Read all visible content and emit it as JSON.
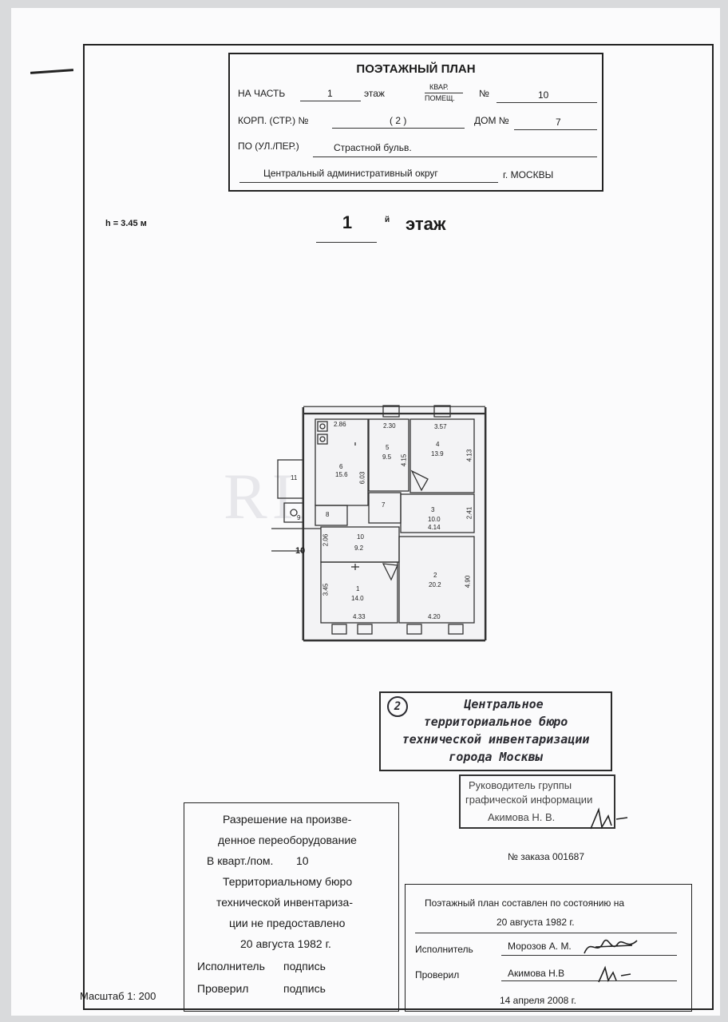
{
  "title_block": {
    "title": "ПОЭТАЖНЫЙ ПЛАН",
    "part_label": "НА ЧАСТЬ",
    "part_value": "1",
    "floor_label": "этаж",
    "kvar_label_top": "КВАР.",
    "kvar_label_bottom": "ПОМЕЩ.",
    "number_sign": "№",
    "apartment_no": "10",
    "korp_label": "КОРП. (СТР.) №",
    "korp_value": "(          2          )",
    "house_label": "ДОМ №",
    "house_value": "7",
    "street_label": "ПО (УЛ./ПЕР.)",
    "street_value": "Страстной бульв.",
    "district": "Центральный административный округ",
    "city": "г. МОСКВЫ"
  },
  "floor_header": {
    "height": "h = 3.45 м",
    "number": "1",
    "suffix": "й",
    "word": "этаж"
  },
  "plan": {
    "rooms": [
      {
        "no": "1",
        "area": "14.0"
      },
      {
        "no": "2",
        "area": "20.2"
      },
      {
        "no": "3",
        "area": "10.0"
      },
      {
        "no": "4",
        "area": "13.9"
      },
      {
        "no": "5",
        "area": "9.5"
      },
      {
        "no": "6",
        "area": "15.6"
      },
      {
        "no": "7",
        "area": ""
      },
      {
        "no": "8",
        "area": ""
      },
      {
        "no": "9",
        "area": ""
      },
      {
        "no": "10",
        "area": "9.2"
      },
      {
        "no": "11",
        "area": ""
      }
    ],
    "dims": [
      "2.86",
      "2.30",
      "3.57",
      "4.15",
      "4.13",
      "6.03",
      "2.41",
      "4.14",
      "2.06",
      "3.45",
      "4.90",
      "4.33",
      "4.20"
    ],
    "apartment_marker": "10",
    "watermark": "RIAT"
  },
  "stamp": {
    "circle": "2",
    "lines": [
      "Центральное",
      "территориальное бюро",
      "технической инвентаризации",
      "города Москвы"
    ]
  },
  "head": {
    "line1": "Руководитель группы",
    "line2": "графической информации",
    "name": "Акимова Н. В."
  },
  "order": "№ заказа 001687",
  "permit": {
    "lines": [
      "Разрешение на произве-",
      "денное переоборудование",
      "Территориальному бюро",
      "технической инвентаризa-",
      "ции не предоставлено",
      "20 августа 1982 г."
    ],
    "flat_label": "В кварт./пом.",
    "flat_value": "10",
    "executor": "Исполнитель",
    "checked": "Проверил",
    "signature": "подпись"
  },
  "state": {
    "line1": "Поэтажный план составлен по состоянию на",
    "date": "20 августа 1982 г.",
    "executor_label": "Исполнитель",
    "executor_name": "Морозов А. М.",
    "checked_label": "Проверил",
    "checked_name": "Акимова Н.В",
    "final_date": "14 апреля 2008 г."
  },
  "scale": "Масштаб 1: 200"
}
